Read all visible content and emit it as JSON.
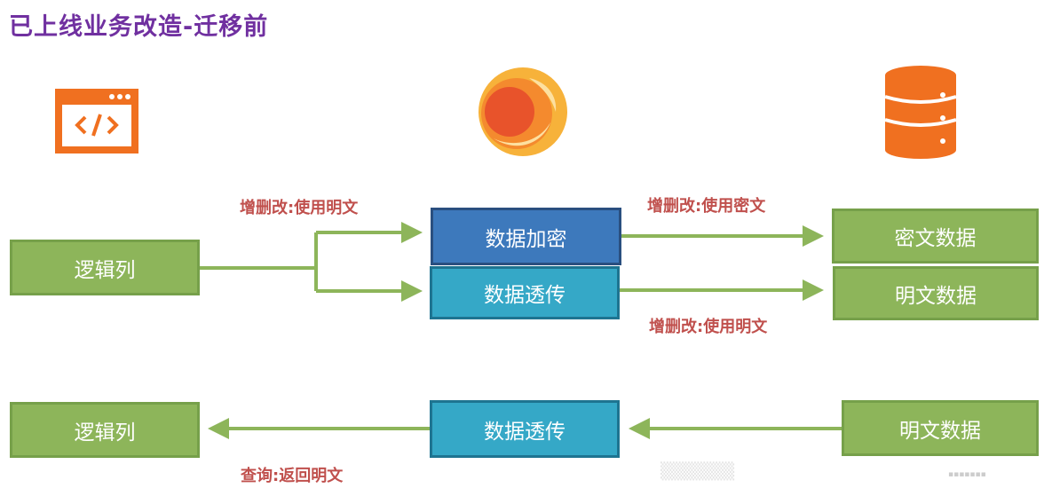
{
  "title": "已上线业务改造-迁移前",
  "icons": {
    "app": "code-window-icon",
    "middleware": "flame-logo",
    "db": "database-icon"
  },
  "top": {
    "source": "逻辑列",
    "encrypt": "数据加密",
    "passthrough": "数据透传",
    "cipher_data": "密文数据",
    "plain_data": "明文数据",
    "label_left": "增删改:使用明文",
    "label_right_top": "增删改:使用密文",
    "label_right_bottom": "增删改:使用明文"
  },
  "bottom": {
    "target": "逻辑列",
    "passthrough": "数据透传",
    "plain_data": "明文数据",
    "label_left": "查询:返回明文"
  },
  "colors": {
    "green": "#8DB55A",
    "blue": "#3D79BC",
    "teal": "#35A8C7",
    "label": "#C0504D",
    "title": "#7030A0",
    "orange": "#F07020"
  }
}
